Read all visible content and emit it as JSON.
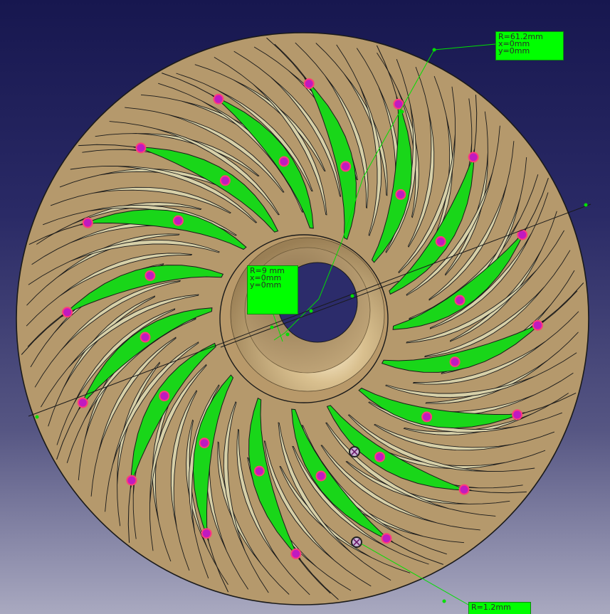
{
  "viewport": {
    "background_top": "#17174f",
    "background_bottom": "#a9a9c0"
  },
  "part": {
    "disc_color": "#b5996c",
    "slot_color": "#d7d0a8",
    "blade_color": "#19d619",
    "hole_color": "#c01ac0",
    "hole_rim_color": "#ff3b7a",
    "hub_color": "#bfa276"
  },
  "dimensions": {
    "outer": {
      "r": "R=61.2mm",
      "x": "x=0mm",
      "y": "y=0mm"
    },
    "hub": {
      "r": "R=9 mm",
      "x": "x=0mm",
      "y": "y=0mm"
    },
    "hole": {
      "r": "R=1.2mm"
    }
  }
}
